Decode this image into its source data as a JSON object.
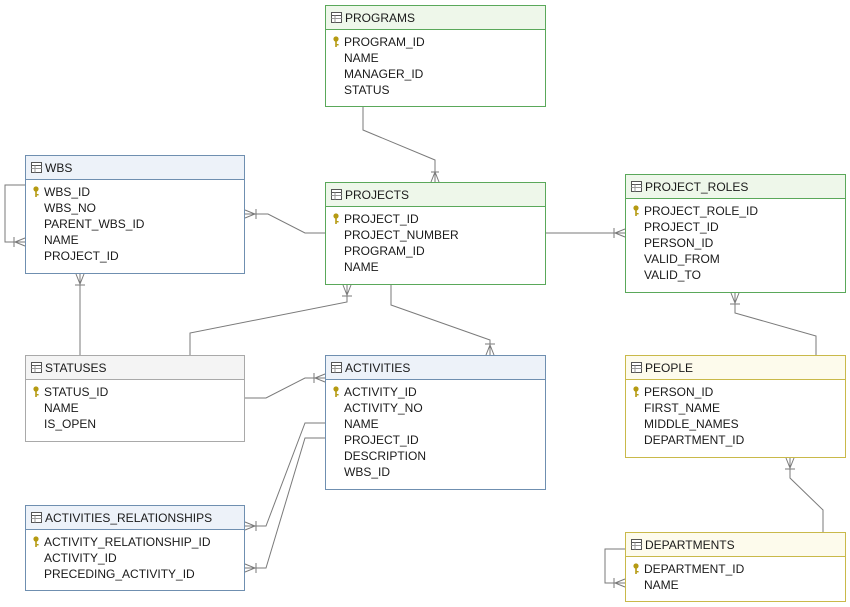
{
  "entities": {
    "programs": {
      "name": "PROGRAMS",
      "columns": [
        "PROGRAM_ID",
        "NAME",
        "MANAGER_ID",
        "STATUS"
      ]
    },
    "wbs": {
      "name": "WBS",
      "columns": [
        "WBS_ID",
        "WBS_NO",
        "PARENT_WBS_ID",
        "NAME",
        "PROJECT_ID"
      ]
    },
    "projects": {
      "name": "PROJECTS",
      "columns": [
        "PROJECT_ID",
        "PROJECT_NUMBER",
        "PROGRAM_ID",
        "NAME"
      ]
    },
    "project_roles": {
      "name": "PROJECT_ROLES",
      "columns": [
        "PROJECT_ROLE_ID",
        "PROJECT_ID",
        "PERSON_ID",
        "VALID_FROM",
        "VALID_TO"
      ]
    },
    "statuses": {
      "name": "STATUSES",
      "columns": [
        "STATUS_ID",
        "NAME",
        "IS_OPEN"
      ]
    },
    "activities": {
      "name": "ACTIVITIES",
      "columns": [
        "ACTIVITY_ID",
        "ACTIVITY_NO",
        "NAME",
        "PROJECT_ID",
        "DESCRIPTION",
        "WBS_ID"
      ]
    },
    "people": {
      "name": "PEOPLE",
      "columns": [
        "PERSON_ID",
        "FIRST_NAME",
        "MIDDLE_NAMES",
        "DEPARTMENT_ID"
      ]
    },
    "activities_relationships": {
      "name": "ACTIVITIES_RELATIONSHIPS",
      "columns": [
        "ACTIVITY_RELATIONSHIP_ID",
        "ACTIVITY_ID",
        "PRECEDING_ACTIVITY_ID"
      ]
    },
    "departments": {
      "name": "DEPARTMENTS",
      "columns": [
        "DEPARTMENT_ID",
        "NAME"
      ]
    }
  },
  "colors": {
    "green_border": "#5aa85a",
    "blue_border": "#6f8fb0",
    "gray_border": "#a9a9a9",
    "yellow_border": "#c9b94a",
    "connector": "#7a7a7a",
    "key": "#b59a12"
  },
  "relationships": [
    {
      "from": "PROJECTS",
      "to": "PROGRAMS"
    },
    {
      "from": "WBS",
      "to": "PROJECTS"
    },
    {
      "from": "WBS",
      "to": "WBS"
    },
    {
      "from": "PROJECT_ROLES",
      "to": "PROJECTS"
    },
    {
      "from": "PROJECT_ROLES",
      "to": "PEOPLE"
    },
    {
      "from": "PROJECTS",
      "to": "STATUSES"
    },
    {
      "from": "WBS",
      "to": "STATUSES"
    },
    {
      "from": "ACTIVITIES",
      "to": "PROJECTS"
    },
    {
      "from": "ACTIVITIES",
      "to": "STATUSES"
    },
    {
      "from": "ACTIVITIES_RELATIONSHIPS",
      "to": "ACTIVITIES"
    },
    {
      "from": "PEOPLE",
      "to": "DEPARTMENTS"
    },
    {
      "from": "DEPARTMENTS",
      "to": "DEPARTMENTS"
    }
  ]
}
